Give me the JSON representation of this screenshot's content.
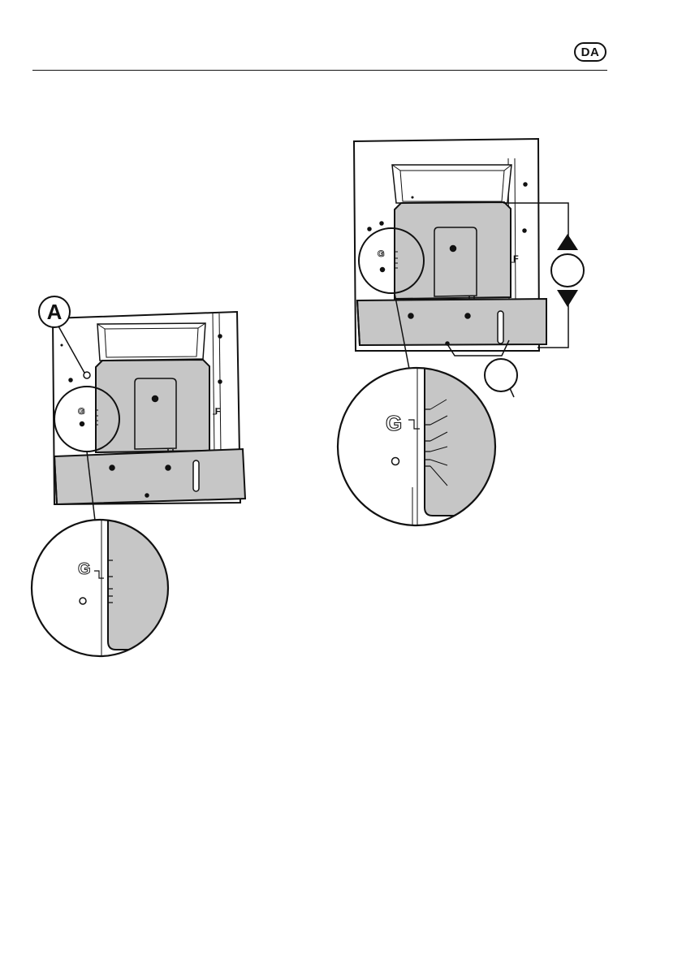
{
  "header": {
    "language_badge": "DA"
  },
  "figure_left": {
    "callout_label": "A",
    "side_label": "F",
    "zoom_mark_label": "G",
    "detail_mark_label": "G"
  },
  "figure_right": {
    "side_label": "F",
    "zoom_mark_label": "G",
    "detail_mark_label": "G"
  }
}
